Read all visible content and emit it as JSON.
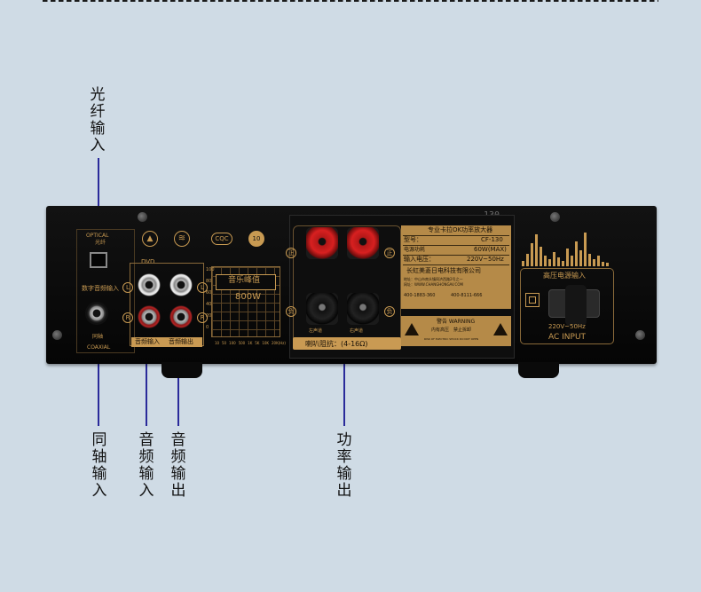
{
  "callouts": {
    "optical": "光纤输入",
    "coax": "同轴输入",
    "audio_in": "音频输入",
    "audio_out": "音频输出",
    "speaker_out": "功率输出"
  },
  "amp": {
    "serial": "130",
    "optical_label": "OPTICAL",
    "optical_cn": "光纤",
    "digital_label": "数字音频输入",
    "coax_cn": "同轴",
    "coax_label": "COAXIAL",
    "dvd": "DVD",
    "audio_in": "音频输入",
    "audio_out": "音频输出",
    "L": "L",
    "R": "R",
    "cqc": "CQC",
    "chart_title": "音乐峰值",
    "chart_value": "800W",
    "chart_y_ticks": [
      "100",
      "80",
      "60",
      "40",
      "20",
      "0"
    ],
    "chart_x_ticks": [
      "10",
      "50",
      "100",
      "500",
      "1K",
      "5K",
      "10K",
      "20K(Hz)"
    ],
    "pos": "正",
    "neg": "负",
    "impedance": "喇叭阻抗：(4-16Ω)",
    "left_ch": "左声道",
    "right_ch": "右声道",
    "plate": {
      "title": "专业卡拉OK功率放大器",
      "model_k": "型号：",
      "model_v": "CF-130",
      "power_k": "电源功耗",
      "power_v": "60W(MAX)",
      "volt_k": "输入电压：",
      "volt_v": "220V~50Hz",
      "maker": "长虹美菱日电科技有限公司",
      "addr": "地址：中山市南头镇同济西路2号之一",
      "web": "网址：WWW.CHANGHONGAV.COM",
      "hotline1": "400-1883-360",
      "hotline2": "400-8111-666",
      "warn_title": "警告 WARNING",
      "warn_cn": "内有高压　禁止拆卸",
      "warn_en": "RISK OF ELECTRIC SHOCK DO NOT OPEN"
    },
    "hv_input": "高压电源输入",
    "ac_volt": "220V~50Hz",
    "ac_input": "AC INPUT"
  }
}
